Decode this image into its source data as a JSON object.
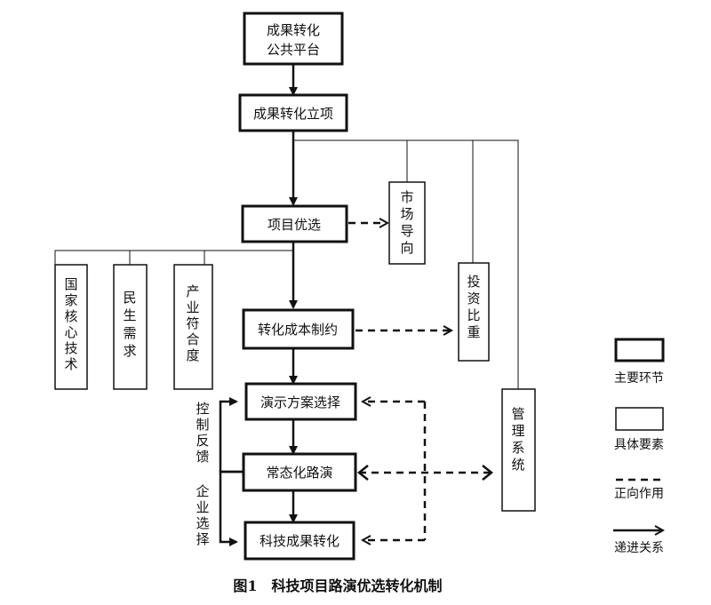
{
  "main_steps": [
    {
      "id": "platform",
      "lines": [
        "成果转化",
        "公共平台"
      ]
    },
    {
      "id": "project",
      "lines": [
        "成果转化立项"
      ]
    },
    {
      "id": "selection",
      "lines": [
        "项目优选"
      ]
    },
    {
      "id": "cost",
      "lines": [
        "转化成本制约"
      ]
    },
    {
      "id": "plan",
      "lines": [
        "演示方案选择"
      ]
    },
    {
      "id": "roadshow",
      "lines": [
        "常态化路演"
      ]
    },
    {
      "id": "transform",
      "lines": [
        "科技成果转化"
      ]
    }
  ],
  "factors": [
    {
      "id": "market",
      "text": "市场导向"
    },
    {
      "id": "investment",
      "text": "投资比重"
    },
    {
      "id": "management",
      "text": "管理系统"
    },
    {
      "id": "core-tech",
      "text": "国家核心技术"
    },
    {
      "id": "demand",
      "text": "民生需求"
    },
    {
      "id": "industry",
      "text": "产业符合度"
    }
  ],
  "side_labels": {
    "feedback": "控制反馈",
    "enterprise": "企业选择"
  },
  "legend": {
    "main_step": "主要环节",
    "factor": "具体要素",
    "positive": "正向作用",
    "progressive": "递进关系"
  },
  "caption": "图1　科技项目路演优选转化机制",
  "colors": {
    "stroke": "#111111",
    "background": "#ffffff"
  }
}
